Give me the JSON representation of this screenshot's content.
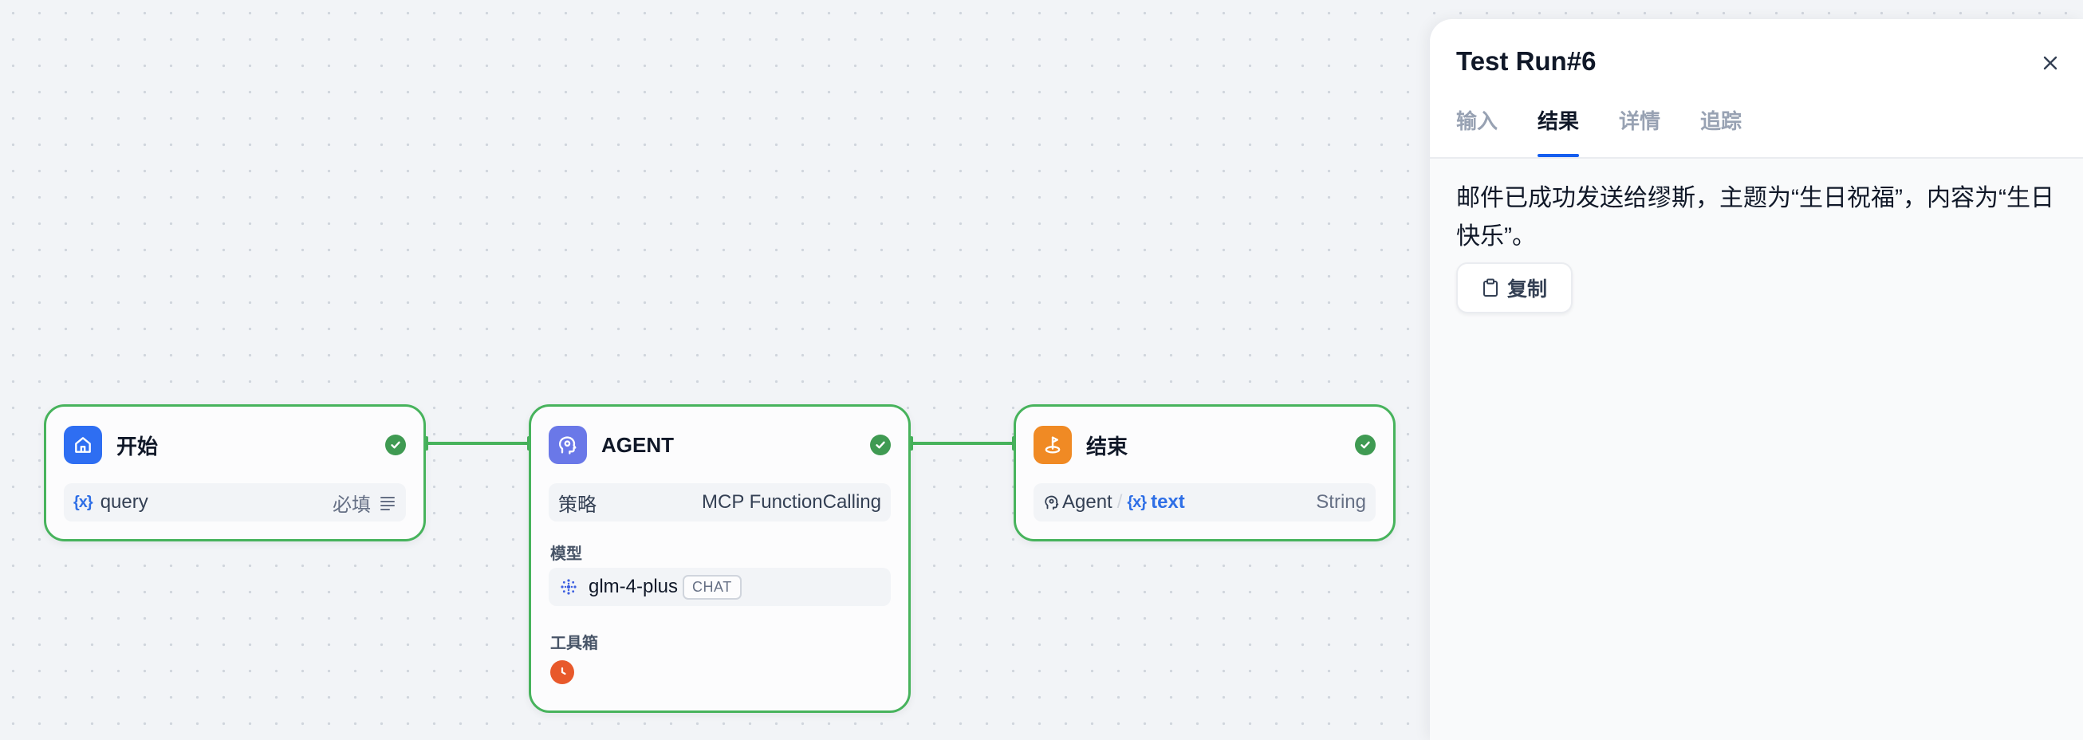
{
  "nodes": {
    "start": {
      "title": "开始",
      "var_icon": "{x}",
      "var_name": "query",
      "required": "必填"
    },
    "agent": {
      "title": "AGENT",
      "strategy_label": "策略",
      "strategy_value": "MCP FunctionCalling",
      "model_label": "模型",
      "model_name": "glm-4-plus",
      "model_badge": "CHAT",
      "toolbox_label": "工具箱"
    },
    "end": {
      "title": "结束",
      "source_node": "Agent",
      "separator": "/",
      "var_icon": "{x}",
      "var_name": "text",
      "var_type": "String"
    }
  },
  "panel": {
    "title": "Test Run#6",
    "tabs": [
      "输入",
      "结果",
      "详情",
      "追踪"
    ],
    "active_tab": "结果",
    "result_text": "邮件已成功发送给缪斯，主题为“生日祝福”，内容为“生日快乐”。",
    "copy_label": "复制"
  },
  "colors": {
    "success": "#47b35c",
    "start_icon_bg": "#2e6ef2",
    "agent_icon_bg": "#6a78e8",
    "end_icon_bg": "#f08a24",
    "accent": "#155eef",
    "tool_icon": "#e8592b"
  },
  "icons": {
    "start": "home-icon",
    "agent": "agent-brain-icon",
    "end": "end-flag-icon",
    "status": "check-circle-icon",
    "model": "zhipu-logo-icon",
    "tool": "clock-tool-icon",
    "close": "close-icon",
    "copy": "clipboard-icon"
  }
}
